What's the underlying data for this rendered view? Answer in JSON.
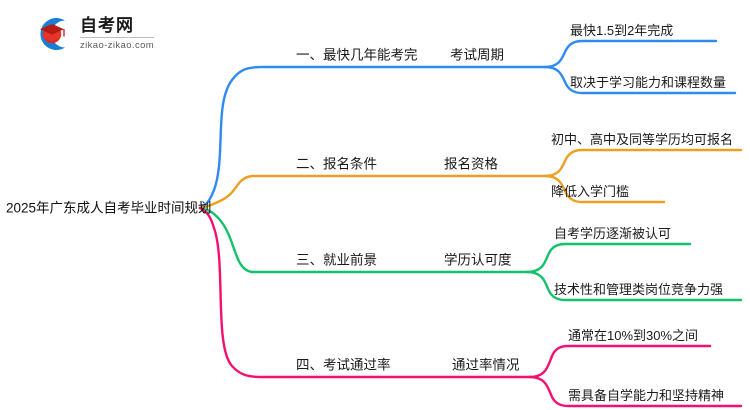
{
  "logo": {
    "name": "zikao-logo",
    "title": "自考网",
    "domain": "zikao-zikao.com",
    "mark_blue": "#1a7fd4",
    "mark_red": "#e02b20",
    "mark_dark_red": "#b81b14"
  },
  "mindmap": {
    "root": {
      "label": "2025年广东成人自考毕业时间规划"
    },
    "branches": [
      {
        "color": "#2f8bf0",
        "label": "一、最快几年能考完",
        "sub_label": "考试周期",
        "leaves": [
          "最快1.5到2年完成",
          "取决于学习能力和课程数量"
        ]
      },
      {
        "color": "#eda020",
        "label": "二、报名条件",
        "sub_label": "报名资格",
        "leaves": [
          "初中、高中及同等学历均可报名",
          "降低入学门槛"
        ]
      },
      {
        "color": "#14c06a",
        "label": "三、就业前景",
        "sub_label": "学历认可度",
        "leaves": [
          "自考学历逐渐被认可",
          "技术性和管理类岗位竞争力强"
        ]
      },
      {
        "color": "#f2116e",
        "label": "四、考试通过率",
        "sub_label": "通过率情况",
        "leaves": [
          "通常在10%到30%之间",
          "需具备自学能力和坚持精神"
        ]
      }
    ]
  }
}
